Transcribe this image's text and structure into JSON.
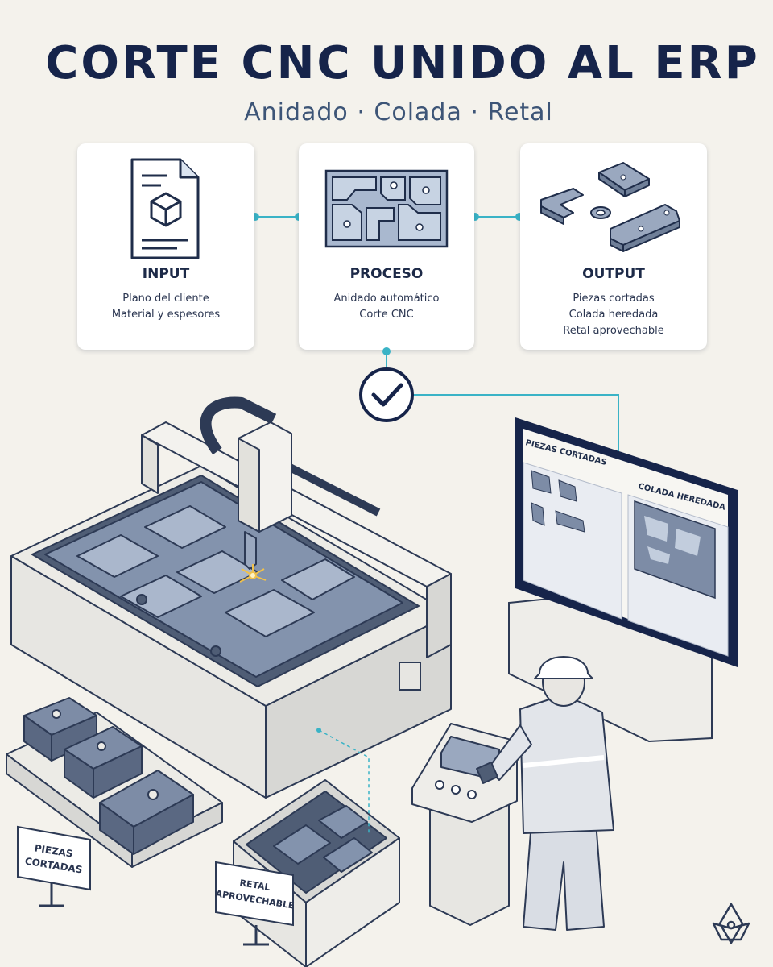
{
  "header": {
    "title": "CORTE CNC UNIDO AL ERP",
    "subtitle": "Anidado · Colada · Retal"
  },
  "cards": [
    {
      "heading": "INPUT",
      "lines": [
        "Plano del cliente",
        "Material y espesores"
      ],
      "icon": "document-cube-icon"
    },
    {
      "heading": "PROCESO",
      "lines": [
        "Anidado automático",
        "Corte CNC"
      ],
      "icon": "nesting-sheet-icon"
    },
    {
      "heading": "OUTPUT",
      "lines": [
        "Piezas cortadas",
        "Colada heredada",
        "Retal aprovechable"
      ],
      "icon": "cut-parts-icon"
    }
  ],
  "monitor": {
    "left_panel_title": "PIEZAS CORTADAS",
    "right_panel_title": "COLADA HEREDADA"
  },
  "signs": {
    "left": [
      "PIEZAS",
      "CORTADAS"
    ],
    "right": [
      "RETAL",
      "APROVECHABLE"
    ]
  },
  "colors": {
    "accent": "#3ab3c6",
    "navy": "#16244a",
    "steel": "#6f7f98",
    "background": "#f4f2ec"
  }
}
